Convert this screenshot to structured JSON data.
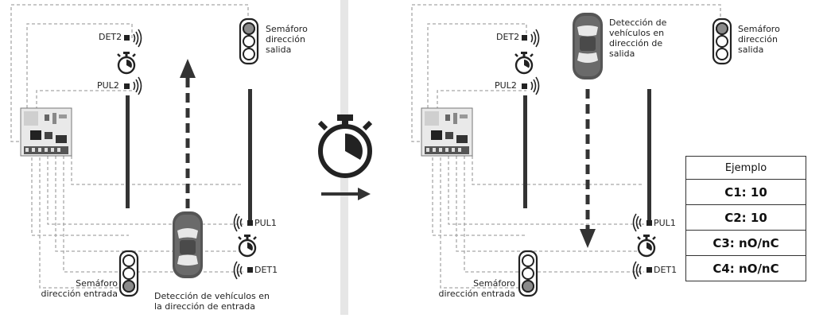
{
  "left_panel": {
    "det2": "DET2",
    "pul2": "PUL2",
    "pul1": "PUL1",
    "det1": "DET1",
    "light_exit": [
      "Semáforo",
      "dirección",
      "salida"
    ],
    "light_entry": [
      "Semáforo",
      "dirección entrada"
    ],
    "vehicle_caption": [
      "Detección de vehículos en",
      "la dirección de entrada"
    ]
  },
  "right_panel": {
    "det2": "DET2",
    "pul2": "PUL2",
    "pul1": "PUL1",
    "det1": "DET1",
    "light_exit": [
      "Semáforo",
      "dirección",
      "salida"
    ],
    "light_entry": [
      "Semáforo",
      "dirección entrada"
    ],
    "vehicle_caption": [
      "Detección de",
      "vehículos en",
      "dirección de",
      "salida"
    ]
  },
  "table": {
    "header": "Ejemplo",
    "rows": [
      "C1: 10",
      "C2: 10",
      "C3: nO/nC",
      "C4: nO/nC"
    ]
  },
  "colors": {
    "wire": "#a8a8a8",
    "road": "#333333",
    "divider": "#e2e2e2",
    "icon": "#222222",
    "light_active": "#8a8a8a"
  }
}
